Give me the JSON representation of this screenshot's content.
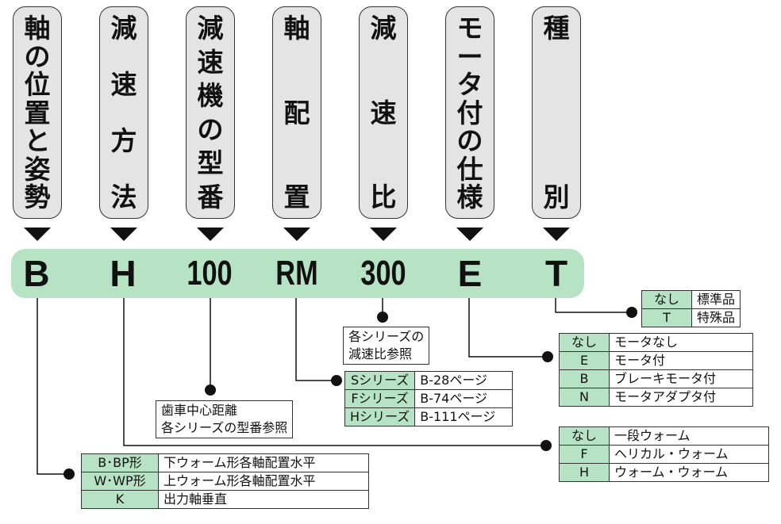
{
  "headers": [
    {
      "id": "axis",
      "chars": [
        "軸",
        "の",
        "位",
        "置",
        "と",
        "姿",
        "勢"
      ]
    },
    {
      "id": "method",
      "chars": [
        "減",
        "速",
        "方",
        "法"
      ]
    },
    {
      "id": "model",
      "chars": [
        "減",
        "速",
        "機",
        "の",
        "型",
        "番"
      ]
    },
    {
      "id": "layout",
      "chars": [
        "軸",
        "配",
        "置"
      ]
    },
    {
      "id": "ratio",
      "chars": [
        "減",
        "速",
        "比"
      ]
    },
    {
      "id": "motor",
      "chars": [
        "モ",
        "ー",
        "タ",
        "付",
        "の",
        "仕",
        "様"
      ]
    },
    {
      "id": "type",
      "chars": [
        "種",
        "別"
      ]
    }
  ],
  "codes": [
    "B",
    "H",
    "100",
    "RM",
    "300",
    "E",
    "T"
  ],
  "type_table": [
    {
      "key": "なし",
      "value": "標準品"
    },
    {
      "key": "T",
      "value": "特殊品"
    }
  ],
  "ratio_note": [
    "各シリーズの",
    "減速比参照"
  ],
  "motor_table": [
    {
      "key": "なし",
      "value": "モータなし"
    },
    {
      "key": "E",
      "value": "モータ付"
    },
    {
      "key": "B",
      "value": "ブレーキモータ付"
    },
    {
      "key": "N",
      "value": "モータアダプタ付"
    }
  ],
  "layout_table": [
    {
      "key": "Sシリーズ",
      "value": "B-28ページ"
    },
    {
      "key": "Fシリーズ",
      "value": "B-74ページ"
    },
    {
      "key": "Hシリーズ",
      "value": "B-111ページ"
    }
  ],
  "model_note": [
    "歯車中心距離",
    "各シリーズの型番参照"
  ],
  "method_table": [
    {
      "key": "なし",
      "value": "一段ウォーム"
    },
    {
      "key": "F",
      "value": "ヘリカル・ウォーム"
    },
    {
      "key": "H",
      "value": "ウォーム・ウォーム"
    }
  ],
  "axis_table": [
    {
      "key": "B･BP形",
      "value": "下ウォーム形各軸配置水平"
    },
    {
      "key": "W･WP形",
      "value": "上ウォーム形各軸配置水平"
    },
    {
      "key": "K",
      "value": "出力軸垂直"
    }
  ]
}
